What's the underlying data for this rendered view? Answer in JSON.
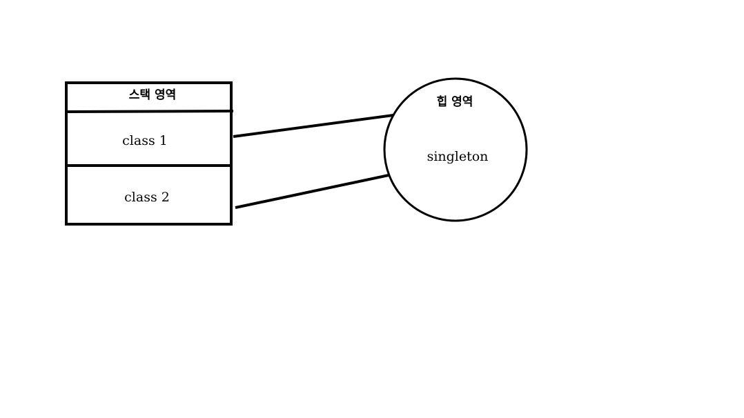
{
  "stack": {
    "title": "스택 영역",
    "rows": [
      {
        "label": "class 1"
      },
      {
        "label": "class 2"
      }
    ]
  },
  "heap": {
    "title": "힙 영역",
    "object": "singleton"
  },
  "colors": {
    "stroke": "#000000",
    "background": "#ffffff"
  }
}
